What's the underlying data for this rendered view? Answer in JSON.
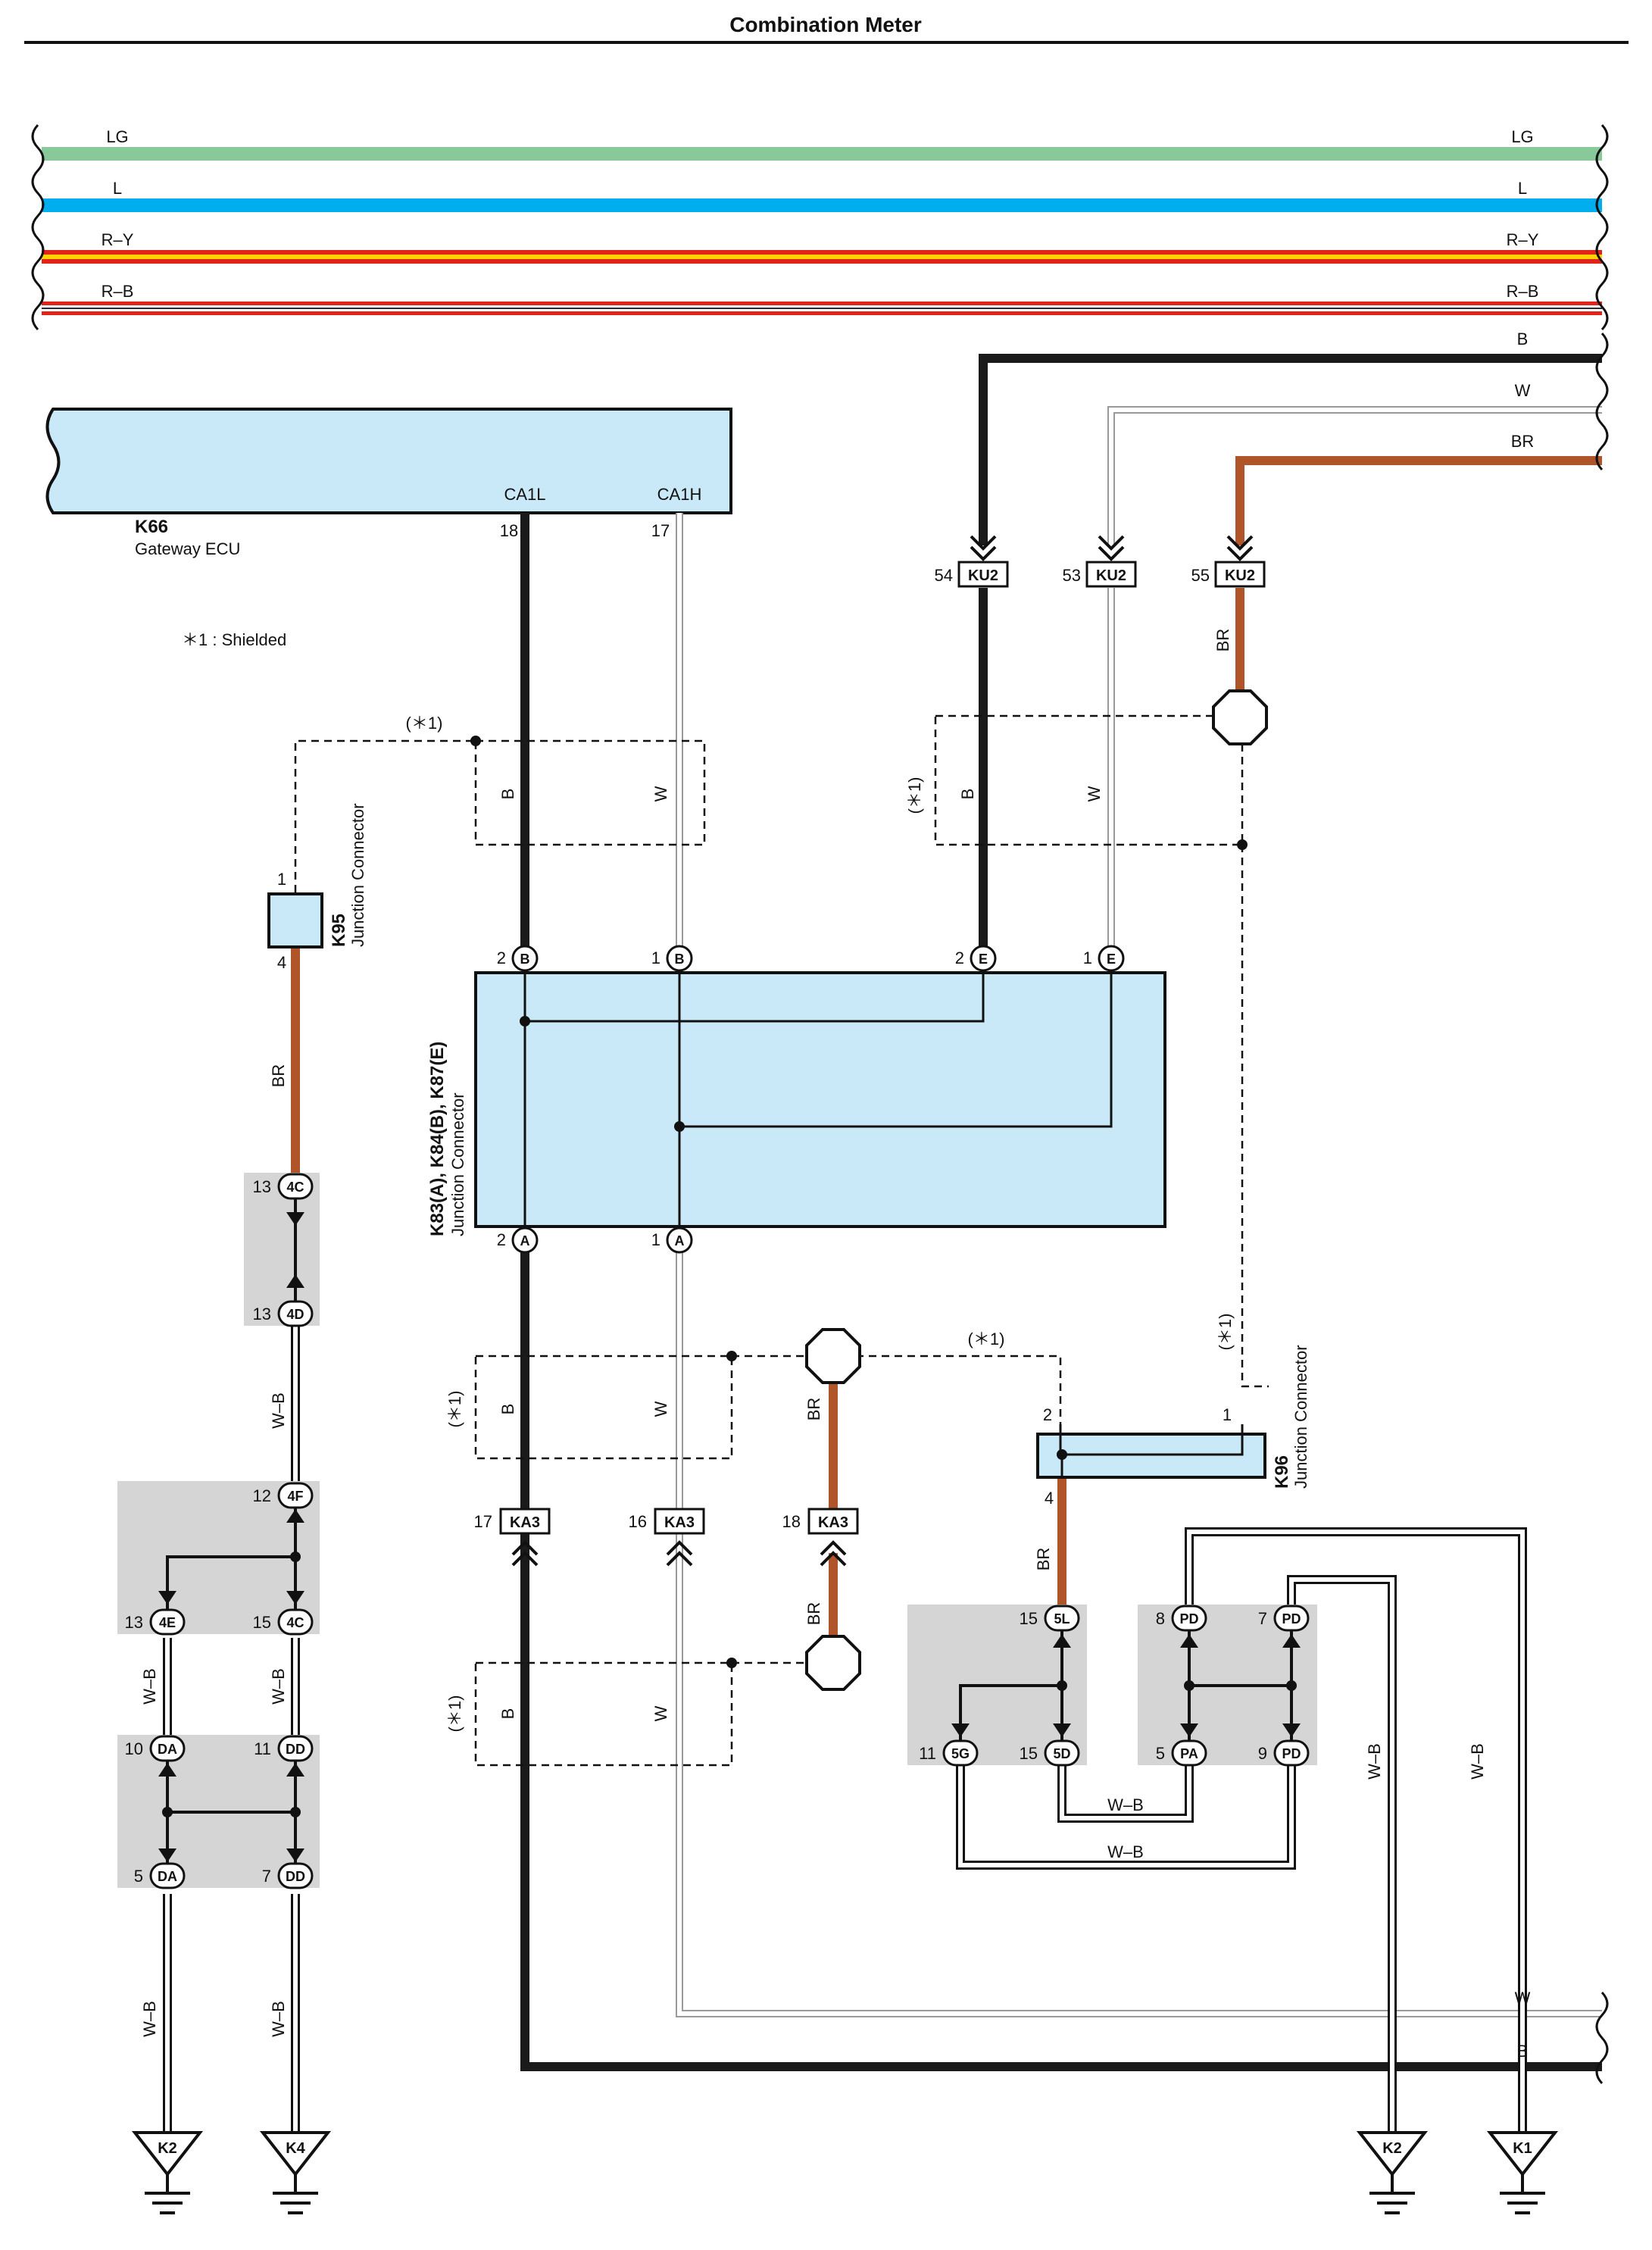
{
  "header": {
    "title": "Combination Meter"
  },
  "bus_wires": [
    {
      "label": "LG",
      "color": "#88c999"
    },
    {
      "label": "L",
      "color": "#00aeef"
    },
    {
      "label": "R–Y",
      "color": "#e2231a",
      "stripe": "#ffd200"
    },
    {
      "label": "R–B",
      "color": "#e2231a",
      "stripe": "#2a2a2a"
    }
  ],
  "colors": {
    "black_wire": "#1a1a1a",
    "brown_wire": "#b0542a",
    "ecu_fill": "#c9e9f8",
    "group_fill": "#d5d5d5"
  },
  "ecu": {
    "code": "K66",
    "name": "Gateway ECU",
    "pin_l_name": "CA1L",
    "pin_l_no": "18",
    "pin_h_name": "CA1H",
    "pin_h_no": "17"
  },
  "note": "＊1 : Shielded",
  "shield_label": "(＊1)",
  "wire_labels": {
    "b": "B",
    "w": "W",
    "br": "BR",
    "wb": "W–B"
  },
  "ku2": [
    {
      "pin": "54",
      "code": "KU2"
    },
    {
      "pin": "53",
      "code": "KU2"
    },
    {
      "pin": "55",
      "code": "KU2"
    }
  ],
  "k95": {
    "code": "K95",
    "name": "Junction Connector",
    "pin_top": "1",
    "pin_bottom": "4"
  },
  "k83": {
    "code": "K83(A), K84(B), K87(E)",
    "name": "Junction Connector",
    "top_pins": [
      {
        "no": "2",
        "letter": "B"
      },
      {
        "no": "1",
        "letter": "B"
      },
      {
        "no": "2",
        "letter": "E"
      },
      {
        "no": "1",
        "letter": "E"
      }
    ],
    "bottom_pins": [
      {
        "no": "2",
        "letter": "A"
      },
      {
        "no": "1",
        "letter": "A"
      }
    ]
  },
  "ka3": [
    {
      "pin": "17",
      "code": "KA3"
    },
    {
      "pin": "16",
      "code": "KA3"
    },
    {
      "pin": "18",
      "code": "KA3"
    }
  ],
  "k96": {
    "code": "K96",
    "name": "Junction Connector",
    "pin2": "2",
    "pin1": "1",
    "pin4": "4"
  },
  "left_connectors": {
    "c4c_top": {
      "pin": "13",
      "code": "4C"
    },
    "c4d": {
      "pin": "13",
      "code": "4D"
    },
    "c4f": {
      "pin": "12",
      "code": "4F"
    },
    "c4e": {
      "pin": "13",
      "code": "4E"
    },
    "c4c": {
      "pin": "15",
      "code": "4C"
    },
    "cda_top": {
      "pin": "10",
      "code": "DA"
    },
    "cdd_top": {
      "pin": "11",
      "code": "DD"
    },
    "cda_bot": {
      "pin": "5",
      "code": "DA"
    },
    "cdd_bot": {
      "pin": "7",
      "code": "DD"
    }
  },
  "right_connectors": {
    "c5l": {
      "pin": "15",
      "code": "5L"
    },
    "c5g": {
      "pin": "11",
      "code": "5G"
    },
    "c5d": {
      "pin": "15",
      "code": "5D"
    },
    "cpd8": {
      "pin": "8",
      "code": "PD"
    },
    "cpd7": {
      "pin": "7",
      "code": "PD"
    },
    "cpa": {
      "pin": "5",
      "code": "PA"
    },
    "cpd9": {
      "pin": "9",
      "code": "PD"
    }
  },
  "grounds": [
    {
      "code": "K2"
    },
    {
      "code": "K4"
    },
    {
      "code": "K2"
    },
    {
      "code": "K1"
    }
  ]
}
